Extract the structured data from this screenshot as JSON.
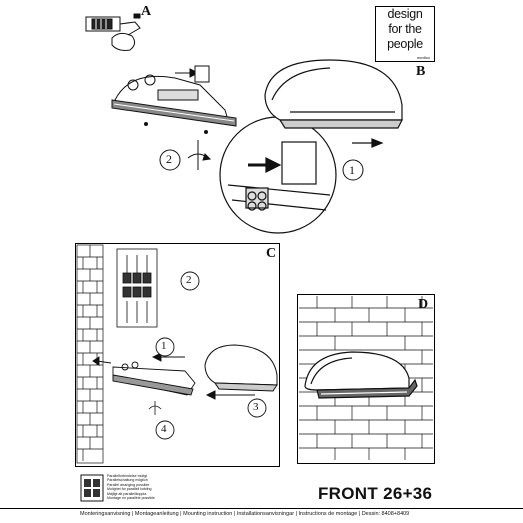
{
  "brand": {
    "lines": [
      "design",
      "for the",
      "people"
    ],
    "sub": "nordlux"
  },
  "steps": {
    "a": "A",
    "b": "B",
    "c": "C",
    "d": "D"
  },
  "numbers": {
    "n1": "1",
    "n2": "2",
    "c1": "1",
    "c2": "2",
    "c3": "3",
    "c4": "4"
  },
  "notes": [
    "Parallelforbindelse muligt",
    "Parallelschaltung möglich",
    "Parallel arranging possible",
    "Mulighet for parallell kobling",
    "Mäjligt att parallellkoppla",
    "Montage en parallèle possible"
  ],
  "model": "FRONT 26+36",
  "footer": "Monteringsanvisning | Montageanleitung | Mounting instruction | Installationsanvisningar | Instructions de montage | Dessin: 8408+8409",
  "colors": {
    "ink": "#111111",
    "background": "#ffffff"
  }
}
